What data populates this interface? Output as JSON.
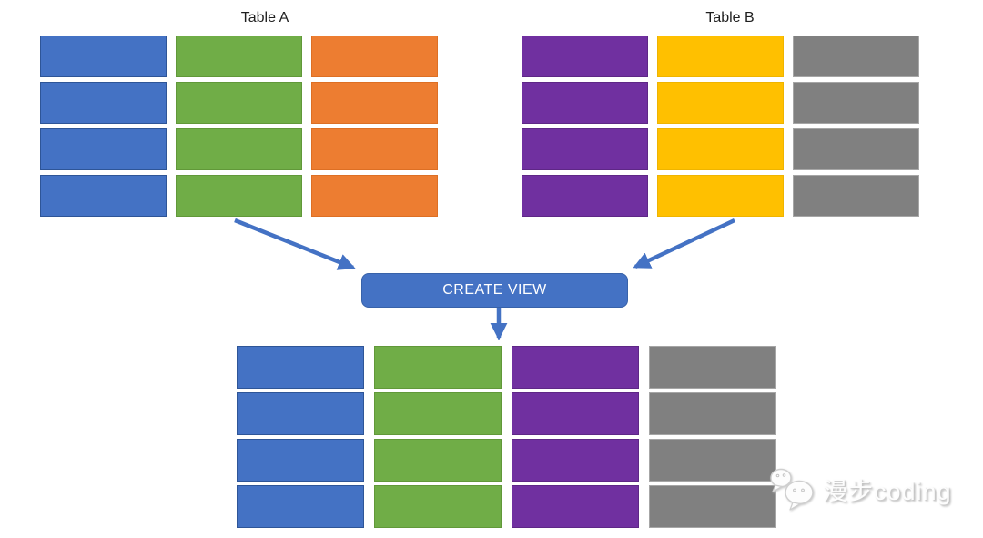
{
  "grids": {
    "table_a": {
      "title": "Table A",
      "rows": 4,
      "columns": [
        {
          "name": "blue",
          "fill": "#4472C4",
          "border": "#2E5597"
        },
        {
          "name": "green",
          "fill": "#70AD47",
          "border": "#619839"
        },
        {
          "name": "orange",
          "fill": "#ED7D31",
          "border": "#DD6F24"
        }
      ]
    },
    "table_b": {
      "title": "Table B",
      "rows": 4,
      "columns": [
        {
          "name": "purple",
          "fill": "#7030A0",
          "border": "#5E2786"
        },
        {
          "name": "gold",
          "fill": "#FFC000",
          "border": "#EFB400"
        },
        {
          "name": "gray",
          "fill": "#808080",
          "border": "#A6A6A6"
        }
      ]
    },
    "result_view": {
      "title": "",
      "rows": 4,
      "columns": [
        {
          "name": "blue",
          "fill": "#4472C4",
          "border": "#2E5597"
        },
        {
          "name": "green",
          "fill": "#70AD47",
          "border": "#619839"
        },
        {
          "name": "purple",
          "fill": "#7030A0",
          "border": "#5E2786"
        },
        {
          "name": "gray",
          "fill": "#808080",
          "border": "#A6A6A6"
        }
      ]
    }
  },
  "create_view": {
    "label": "CREATE VIEW",
    "fill": "#4472C4",
    "border": "#3862A9",
    "text_color": "#FFFFFF"
  },
  "arrows": {
    "color": "#4472C4",
    "connections": [
      {
        "from": "table-a",
        "to": "create-view"
      },
      {
        "from": "table-b",
        "to": "create-view"
      },
      {
        "from": "create-view",
        "to": "result-view"
      }
    ]
  },
  "watermark": {
    "text": "漫步coding",
    "icon": "wechat-chat-bubbles-icon",
    "color": "#E8E8E8"
  }
}
